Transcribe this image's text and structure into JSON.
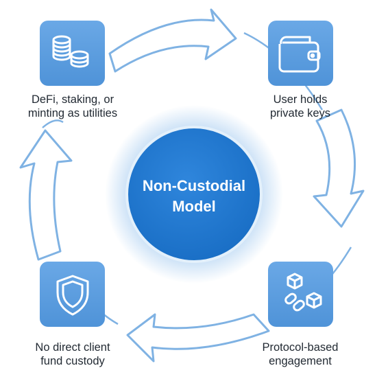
{
  "center": {
    "title": "Non-Custodial\nModel"
  },
  "nodes": [
    {
      "id": "defi",
      "label": "DeFi, staking, or\nminting as utilities",
      "icon": "coin-stack-icon"
    },
    {
      "id": "keys",
      "label": "User holds\nprivate keys",
      "icon": "wallet-icon"
    },
    {
      "id": "protocol",
      "label": "Protocol-based\nengagement",
      "icon": "linked-blocks-icon"
    },
    {
      "id": "custody",
      "label": "No direct client\nfund custody",
      "icon": "shield-icon"
    }
  ],
  "colors": {
    "tile": "#5b9ee0",
    "tile_dark": "#4a8bd0",
    "center": "#1f78d1",
    "arrow_stroke": "#7fb2e3",
    "text": "#222a33"
  }
}
